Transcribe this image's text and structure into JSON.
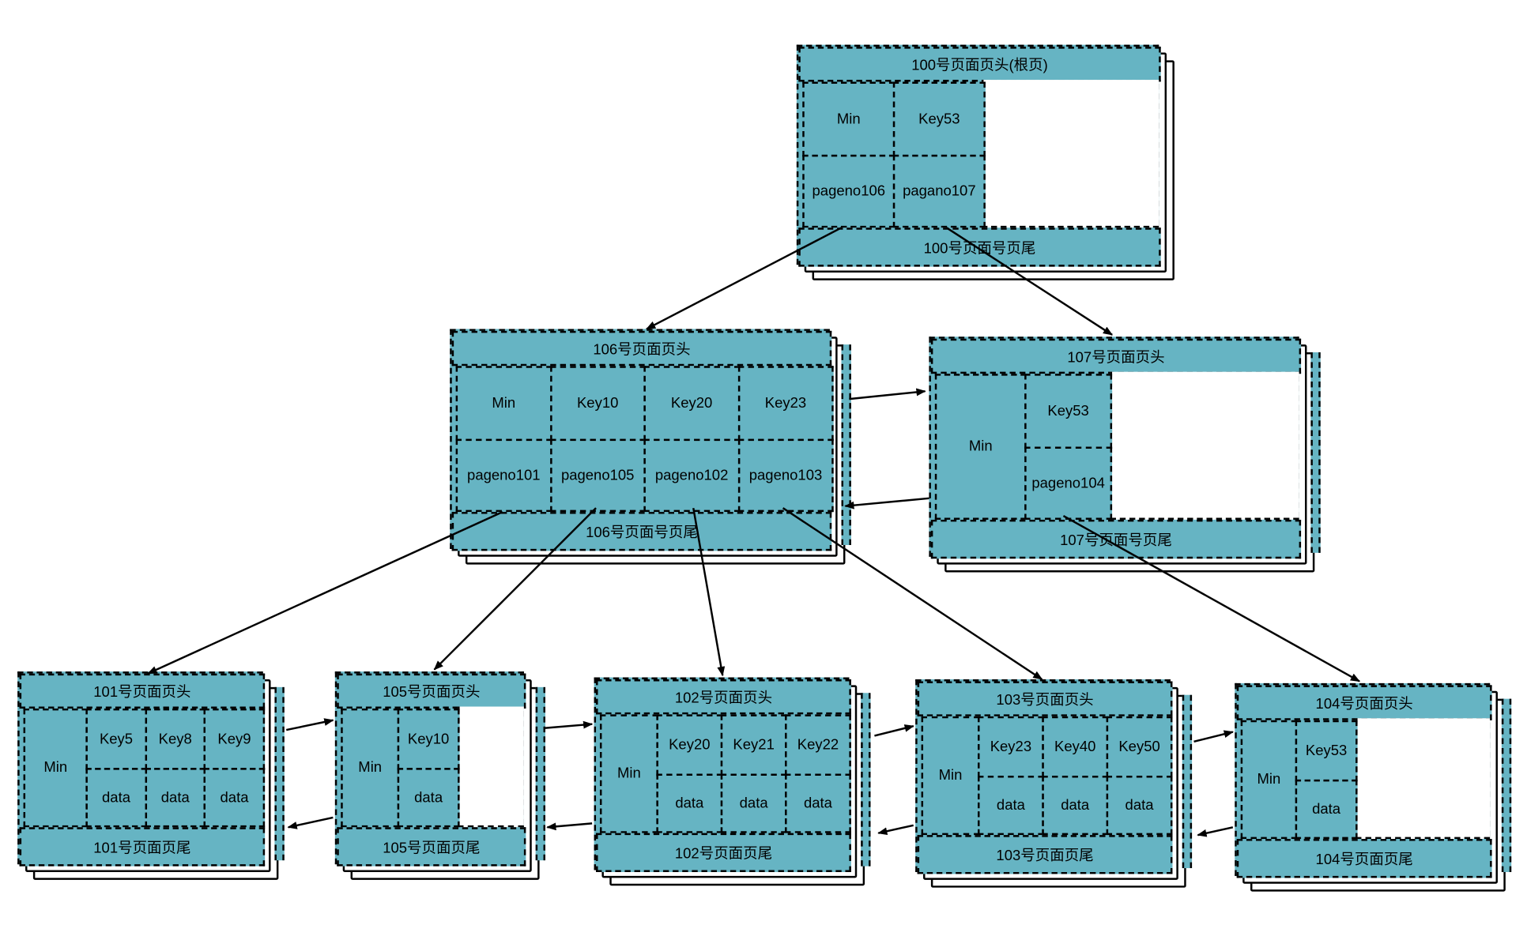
{
  "colors": {
    "page_fill": "#66b4c3",
    "line": "#000000",
    "background": "#ffffff"
  },
  "pages": [
    {
      "id": "p100",
      "header": "100号页面页头(根页)",
      "footer": "100号页面号页尾",
      "columns": [
        {
          "top": "Min",
          "bottom": [
            "pageno",
            "106"
          ]
        },
        {
          "top": [
            "Key",
            "53"
          ],
          "bottom": [
            "pagano",
            "107"
          ]
        }
      ]
    },
    {
      "id": "p106",
      "header": "106号页面页头",
      "footer": "106号页面号页尾",
      "columns": [
        {
          "top": "Min",
          "bottom": [
            "pageno",
            "101"
          ]
        },
        {
          "top": [
            "Key",
            "10"
          ],
          "bottom": [
            "pageno",
            "105"
          ]
        },
        {
          "top": [
            "Key",
            "20"
          ],
          "bottom": [
            "pageno",
            "102"
          ]
        },
        {
          "top": [
            "Key",
            "23"
          ],
          "bottom": [
            "pageno",
            "103"
          ]
        }
      ]
    },
    {
      "id": "p107",
      "header": "107号页面页头",
      "footer": "107号页面号页尾",
      "columns": [
        {
          "top": [
            "Key",
            "53"
          ],
          "bottom": [
            "pageno",
            "104"
          ]
        }
      ],
      "min": "Min"
    },
    {
      "id": "p101",
      "header": "101号页面页头",
      "footer": "101号页面页尾",
      "min": "Min",
      "columns": [
        {
          "top": [
            "Key",
            "5"
          ],
          "bottom": "data"
        },
        {
          "top": [
            "Key",
            "8"
          ],
          "bottom": "data"
        },
        {
          "top": [
            "Key",
            "9"
          ],
          "bottom": "data"
        }
      ]
    },
    {
      "id": "p105",
      "header": "105号页面页头",
      "footer": "105号页面页尾",
      "min": "Min",
      "columns": [
        {
          "top": [
            "Key",
            "10"
          ],
          "bottom": "data"
        }
      ]
    },
    {
      "id": "p102",
      "header": "102号页面页头",
      "footer": "102号页面页尾",
      "min": "Min",
      "columns": [
        {
          "top": [
            "Key",
            "20"
          ],
          "bottom": "data"
        },
        {
          "top": [
            "Key",
            "21"
          ],
          "bottom": "data"
        },
        {
          "top": [
            "Key",
            "22"
          ],
          "bottom": "data"
        }
      ]
    },
    {
      "id": "p103",
      "header": "103号页面页头",
      "footer": "103号页面页尾",
      "min": "Min",
      "columns": [
        {
          "top": [
            "Key",
            "23"
          ],
          "bottom": "data"
        },
        {
          "top": [
            "Key",
            "40"
          ],
          "bottom": "data"
        },
        {
          "top": [
            "Key",
            "50"
          ],
          "bottom": "data"
        }
      ]
    },
    {
      "id": "p104",
      "header": "104号页面页头",
      "footer": "104号页面页尾",
      "min": "Min",
      "columns": [
        {
          "top": [
            "Key",
            "53"
          ],
          "bottom": "data"
        }
      ]
    }
  ],
  "edges": [
    {
      "from": "p100",
      "to": "p106",
      "kind": "pointer"
    },
    {
      "from": "p100",
      "to": "p107",
      "kind": "pointer"
    },
    {
      "from": "p106",
      "to": "p101",
      "kind": "pointer"
    },
    {
      "from": "p106",
      "to": "p105",
      "kind": "pointer"
    },
    {
      "from": "p106",
      "to": "p102",
      "kind": "pointer"
    },
    {
      "from": "p106",
      "to": "p103",
      "kind": "pointer"
    },
    {
      "from": "p107",
      "to": "p104",
      "kind": "pointer"
    },
    {
      "from": "p106",
      "to": "p107",
      "kind": "sibling-next"
    },
    {
      "from": "p107",
      "to": "p106",
      "kind": "sibling-prev"
    },
    {
      "from": "p101",
      "to": "p105",
      "kind": "sibling-next"
    },
    {
      "from": "p105",
      "to": "p101",
      "kind": "sibling-prev"
    },
    {
      "from": "p105",
      "to": "p102",
      "kind": "sibling-next"
    },
    {
      "from": "p102",
      "to": "p105",
      "kind": "sibling-prev"
    },
    {
      "from": "p102",
      "to": "p103",
      "kind": "sibling-next"
    },
    {
      "from": "p103",
      "to": "p102",
      "kind": "sibling-prev"
    },
    {
      "from": "p103",
      "to": "p104",
      "kind": "sibling-next"
    },
    {
      "from": "p104",
      "to": "p103",
      "kind": "sibling-prev"
    }
  ]
}
